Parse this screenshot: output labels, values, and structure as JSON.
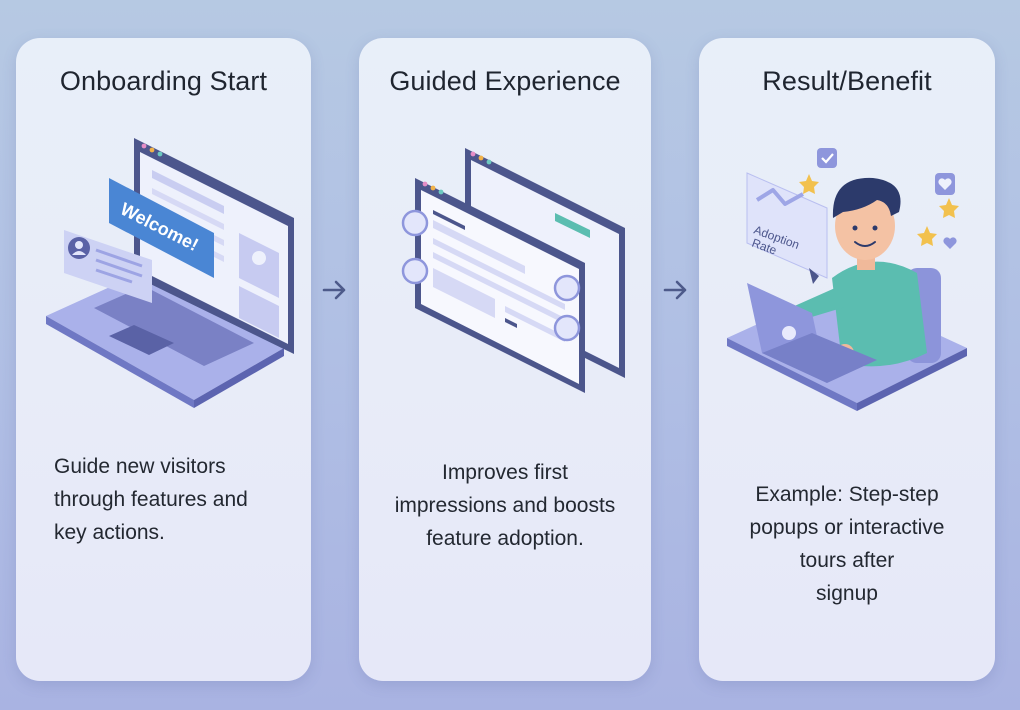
{
  "steps": [
    {
      "title": "Onboarding Start",
      "description": "Guide new visitors\n  through features and\n        key actions.",
      "illustration": "laptop-welcome-illustration",
      "illustration_text": "Welcome!"
    },
    {
      "title": "Guided Experience",
      "description": "Improves first\nimpressions and boosts\nfeature adoption.",
      "illustration": "stacked-browser-windows-illustration"
    },
    {
      "title": "Result/Benefit",
      "description": "Example: Step-step\npopups or interactive\ntours after\nsignup",
      "illustration": "happy-user-laptop-illustration",
      "illustration_text_line1": "Adoption",
      "illustration_text_line2": "Rate"
    }
  ],
  "connectors": [
    {
      "icon": "arrow-right-icon"
    },
    {
      "icon": "arrow-right-icon"
    }
  ],
  "colors": {
    "accent_blue": "#4a86d4",
    "navy": "#4a5588",
    "lavender": "#9ea6e6",
    "teal": "#5bbdb0",
    "star": "#f2c14e"
  }
}
